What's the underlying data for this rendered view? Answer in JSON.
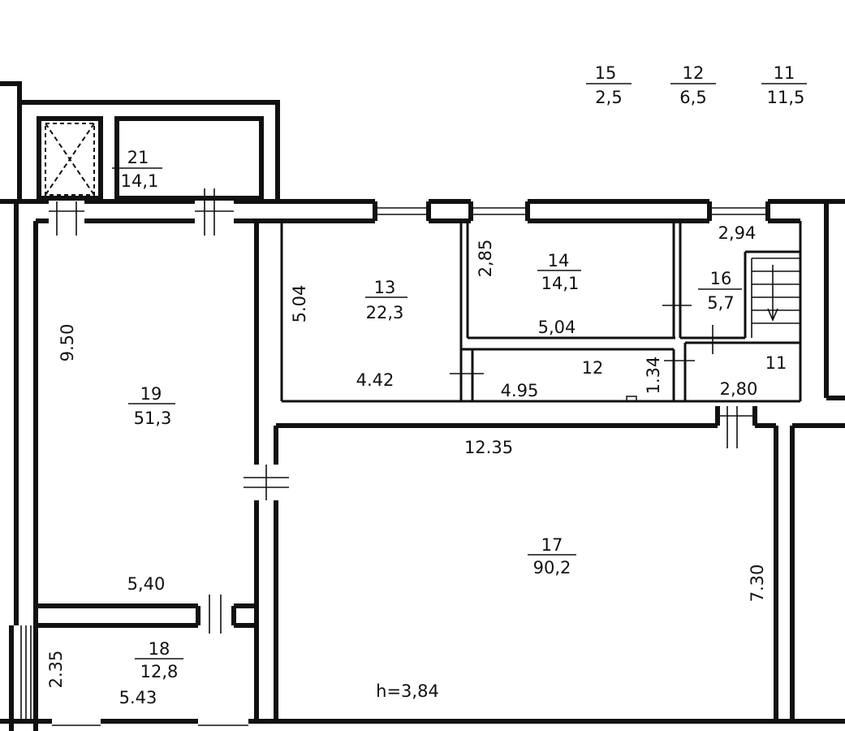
{
  "legend": [
    {
      "room": "15",
      "area": "2,5"
    },
    {
      "room": "12",
      "area": "6,5"
    },
    {
      "room": "11",
      "area": "11,5"
    }
  ],
  "rooms": {
    "r21": {
      "number": "21",
      "area": "14,1"
    },
    "r13": {
      "number": "13",
      "area": "22,3"
    },
    "r14": {
      "number": "14",
      "area": "14,1"
    },
    "r16": {
      "number": "16",
      "area": "5,7"
    },
    "r12": {
      "number": "12"
    },
    "r11": {
      "number": "11"
    },
    "r19": {
      "number": "19",
      "area": "51,3"
    },
    "r17": {
      "number": "17",
      "area": "90,2"
    },
    "r18": {
      "number": "18",
      "area": "12,8"
    }
  },
  "dimensions": {
    "d_2_94": "2,94",
    "d_2_85": "2,85",
    "d_5_04_left": "5.04",
    "d_5_04_r14": "5,04",
    "d_4_42": "4.42",
    "d_4_95": "4.95",
    "d_1_34": "1.34",
    "d_2_80": "2,80",
    "d_9_50": "9.50",
    "d_12_35": "12.35",
    "d_7_30": "7.30",
    "d_5_40": "5,40",
    "d_2_35": "2.35",
    "d_5_43": "5.43"
  },
  "ceiling_height": "h=3,84"
}
